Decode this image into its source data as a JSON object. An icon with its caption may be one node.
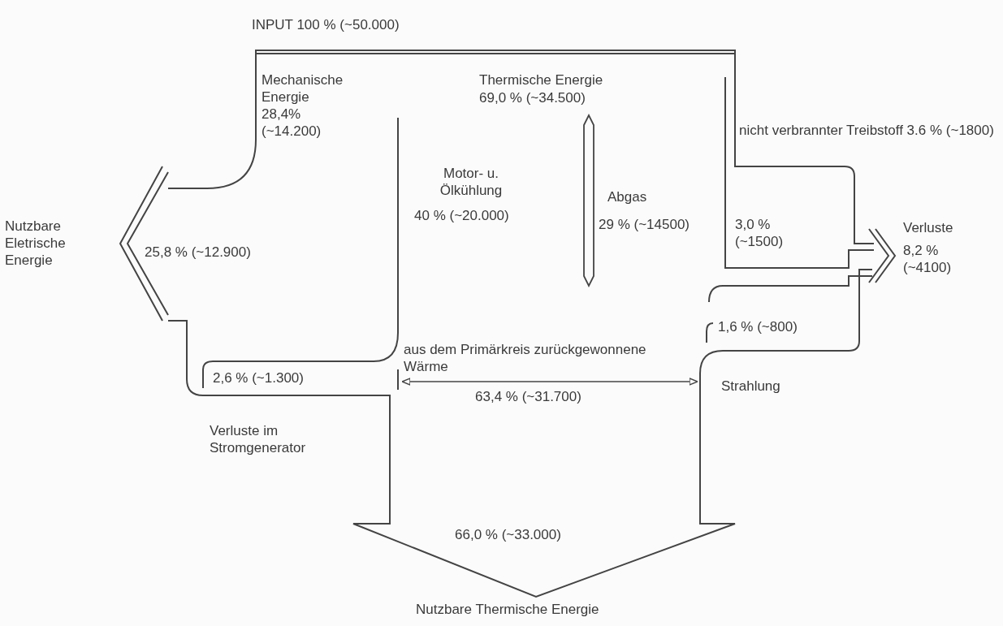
{
  "diagram": {
    "labels": [
      "INPUT 100 % (~50.000)",
      "Mechanische Energie",
      "28,4% (~14.200)",
      "Thermische Energie",
      "69,0 % (~34.500)",
      "nicht verbrannter Treibstoff 3.6 % (~1800)",
      "Motor- u. Ölkühlung",
      "40 % (~20.000)",
      "Abgas",
      "29 % (~14500)",
      "Nutzbare Eletrische Energie",
      "25,8 % (~12.900)",
      "3,0 % (~1500)",
      "Verluste",
      "8,2 % (~4100)",
      "1,6 % (~800)",
      "aus dem Primärkreis zurückgewonnene Wärme",
      "2,6 % (~1.300)",
      "63,4 % (~31.700)",
      "Strahlung",
      "Verluste im Stromgenerator",
      "66,0 % (~33.000)",
      "Nutzbare Thermische Energie"
    ]
  }
}
